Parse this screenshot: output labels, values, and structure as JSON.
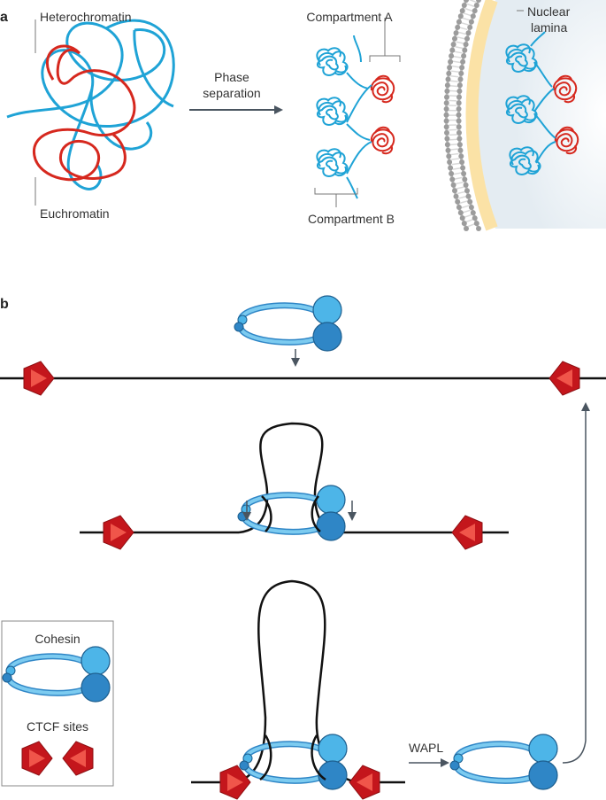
{
  "panel_a": {
    "letter": "a",
    "heterochromatin_label": "Heterochromatin",
    "euchromatin_label": "Euchromatin",
    "arrow_label_line1": "Phase",
    "arrow_label_line2": "separation",
    "compartment_a_label": "Compartment A",
    "compartment_b_label": "Compartment B",
    "lamina_label_line1": "Nuclear",
    "lamina_label_line2": "lamina"
  },
  "panel_b": {
    "letter": "b",
    "wapl_label": "WAPL"
  },
  "legend": {
    "cohesin_label": "Cohesin",
    "ctcf_label": "CTCF sites"
  },
  "colors": {
    "heterochromatin": "#1fa3d6",
    "euchromatin": "#d6281e",
    "cohesin_light": "#4db5e8",
    "cohesin_dark": "#2f86c6",
    "ctcf_red": "#c4161c",
    "ctcf_light": "#e8463a",
    "lamina": "#fbe2a6",
    "membrane_grey": "#9c9c9c",
    "arrow_grey": "#4a5560"
  }
}
